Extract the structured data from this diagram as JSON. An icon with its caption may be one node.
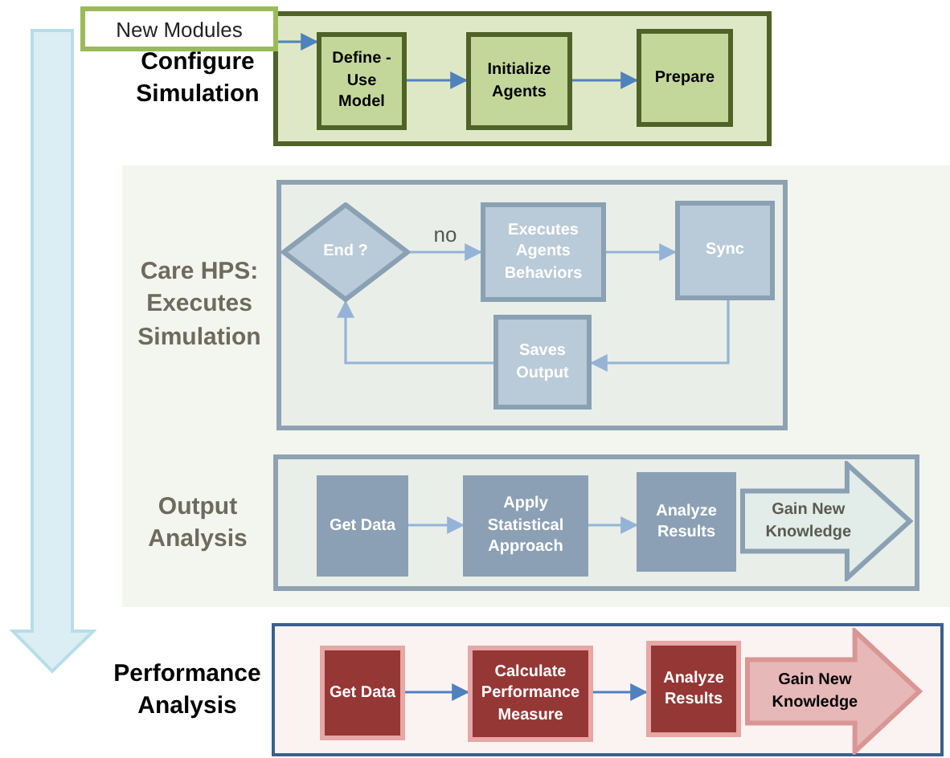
{
  "diagram": {
    "nodes": [
      {
        "text": [
          "New Modules"
        ]
      },
      {
        "text": [
          "Configure Simulation"
        ]
      },
      {
        "text": [
          "Define -Use Model"
        ],
        "in": 1
      },
      {
        "text": [
          "Initialize Agents"
        ],
        "in": 1
      },
      {
        "text": [
          "Prepare"
        ],
        "in": 1
      },
      {
        "text": [
          "Care HPS: Executes Simulation"
        ]
      },
      {
        "text": [
          "End ?"
        ],
        "in": 5
      },
      {
        "text": [
          "Executes Agents Behaviors"
        ],
        "in": 5
      },
      {
        "text": [
          "Sync"
        ],
        "in": 5
      },
      {
        "text": [
          "Saves Output"
        ],
        "in": 5
      },
      {
        "text": [
          "Output Analysis"
        ]
      },
      {
        "text": [
          "Get Data"
        ],
        "in": 10
      },
      {
        "text": [
          "Apply Statistical Approach"
        ],
        "in": 10
      },
      {
        "text": [
          "Analyze Results"
        ],
        "in": 10
      },
      {
        "text": [
          "Gain New Knowledge"
        ],
        "in": 10
      },
      {
        "text": [
          "Performance Analysis"
        ]
      },
      {
        "text": [
          "Get Data"
        ],
        "in": 15
      },
      {
        "text": [
          "Calculate Performance Measure"
        ],
        "in": 15
      },
      {
        "text": [
          "Analyze Results"
        ],
        "in": 15
      },
      {
        "text": [
          "Gain New Knowledge"
        ],
        "in": 15
      }
    ],
    "edges": [
      {
        "from": 0,
        "to": 2,
        "arrow": "to",
        "color": "#4f81bd"
      },
      {
        "from": 2,
        "to": 3,
        "arrow": "to",
        "color": "#4f81bd"
      },
      {
        "from": 3,
        "to": 4,
        "arrow": "to",
        "color": "#4f81bd"
      },
      {
        "from": 6,
        "to": 7,
        "arrow": "to",
        "label": "no"
      },
      {
        "from": 7,
        "to": 8,
        "arrow": "to"
      },
      {
        "from": 8,
        "to": 9,
        "arrow": "to"
      },
      {
        "from": 9,
        "to": 6,
        "arrow": "to"
      },
      {
        "from": 11,
        "to": 12,
        "arrow": "to"
      },
      {
        "from": 12,
        "to": 13,
        "arrow": "to"
      },
      {
        "from": 16,
        "to": 17,
        "arrow": "to",
        "color": "#4f81bd"
      },
      {
        "from": 17,
        "to": 18,
        "arrow": "to",
        "color": "#4f81bd"
      }
    ]
  }
}
